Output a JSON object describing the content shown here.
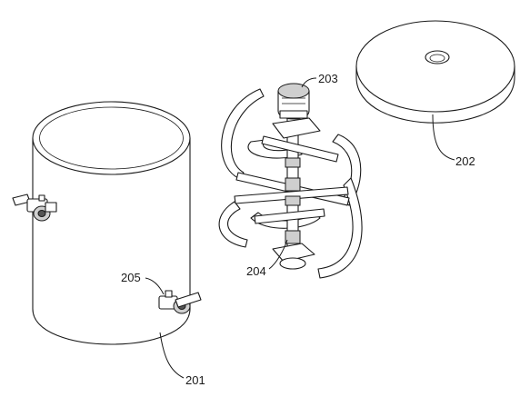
{
  "labels": {
    "container": "201",
    "lid": "202",
    "motor": "203",
    "stirrer_shaft": "204",
    "valve": "205"
  }
}
